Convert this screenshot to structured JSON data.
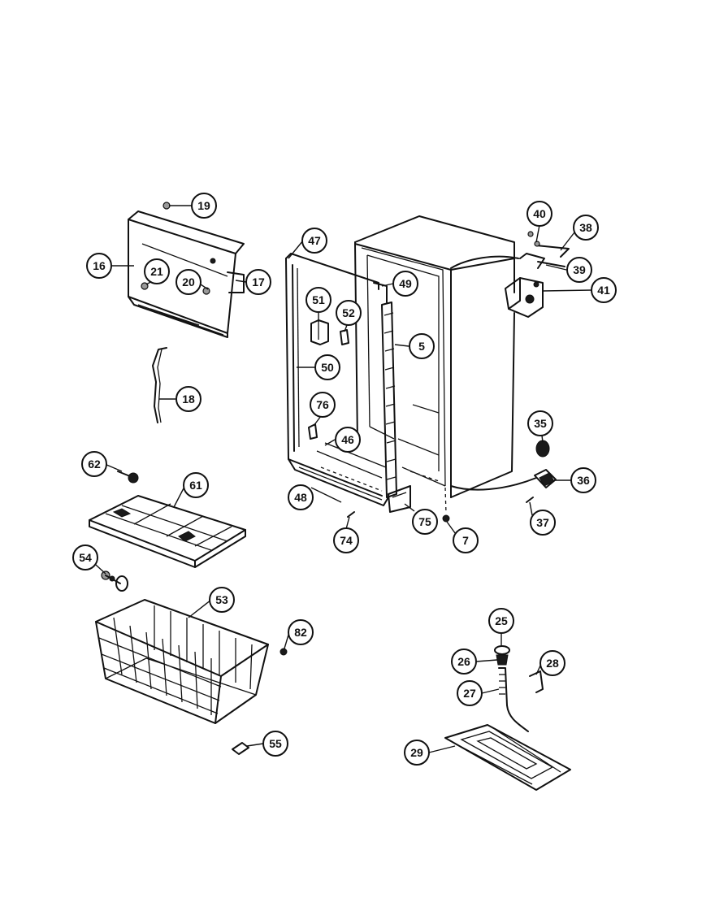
{
  "diagram": {
    "callouts": [
      {
        "id": "c19",
        "label": "19"
      },
      {
        "id": "c16",
        "label": "16"
      },
      {
        "id": "c21",
        "label": "21"
      },
      {
        "id": "c20",
        "label": "20"
      },
      {
        "id": "c17",
        "label": "17"
      },
      {
        "id": "c18",
        "label": "18"
      },
      {
        "id": "c62",
        "label": "62"
      },
      {
        "id": "c61",
        "label": "61"
      },
      {
        "id": "c54",
        "label": "54"
      },
      {
        "id": "c53",
        "label": "53"
      },
      {
        "id": "c82",
        "label": "82"
      },
      {
        "id": "c55",
        "label": "55"
      },
      {
        "id": "c47",
        "label": "47"
      },
      {
        "id": "c49",
        "label": "49"
      },
      {
        "id": "c51",
        "label": "51"
      },
      {
        "id": "c52",
        "label": "52"
      },
      {
        "id": "c5",
        "label": "5"
      },
      {
        "id": "c50",
        "label": "50"
      },
      {
        "id": "c76",
        "label": "76"
      },
      {
        "id": "c46",
        "label": "46"
      },
      {
        "id": "c48",
        "label": "48"
      },
      {
        "id": "c74",
        "label": "74"
      },
      {
        "id": "c75",
        "label": "75"
      },
      {
        "id": "c7",
        "label": "7"
      },
      {
        "id": "c40",
        "label": "40"
      },
      {
        "id": "c38",
        "label": "38"
      },
      {
        "id": "c39",
        "label": "39"
      },
      {
        "id": "c41",
        "label": "41"
      },
      {
        "id": "c35",
        "label": "35"
      },
      {
        "id": "c36",
        "label": "36"
      },
      {
        "id": "c37",
        "label": "37"
      },
      {
        "id": "c25",
        "label": "25"
      },
      {
        "id": "c26",
        "label": "26"
      },
      {
        "id": "c28",
        "label": "28"
      },
      {
        "id": "c27",
        "label": "27"
      },
      {
        "id": "c29",
        "label": "29"
      }
    ]
  }
}
